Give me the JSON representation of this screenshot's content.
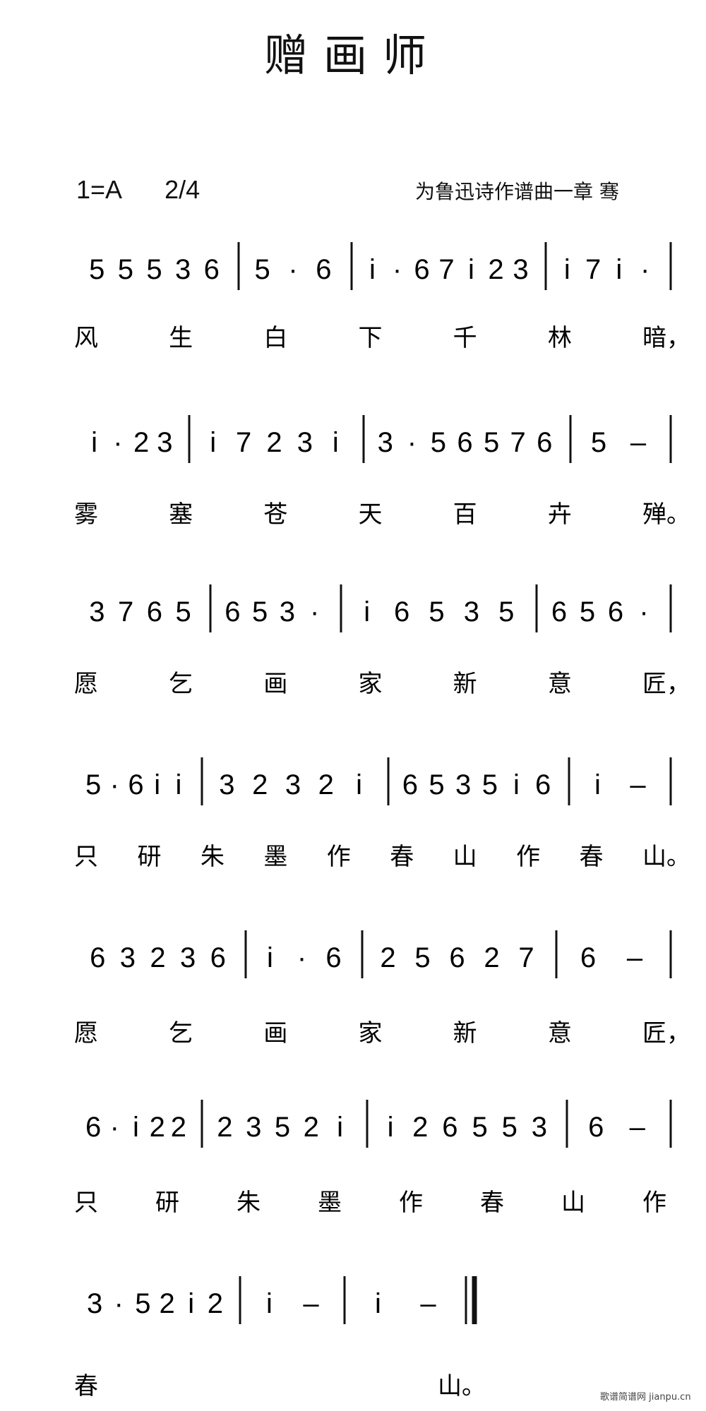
{
  "title": "赠画师",
  "header": {
    "key_signature": "1=A",
    "time_signature": "2/4",
    "credit": "为鲁迅诗作谱曲一章 骞"
  },
  "watermark": "歌谱简谱网 jianpu.cn",
  "systems": [
    {
      "measures": [
        [
          "5",
          "5",
          "5",
          "3",
          "6"
        ],
        [
          "5",
          "·",
          "6"
        ],
        [
          "i",
          "·",
          "6",
          "7",
          "i",
          "2",
          "3"
        ],
        [
          "i",
          "7",
          "i",
          "·"
        ]
      ],
      "lyrics": [
        "风",
        "生",
        "白",
        "下",
        "千",
        "林",
        "暗，"
      ]
    },
    {
      "measures": [
        [
          "i",
          "·",
          "2",
          "3"
        ],
        [
          "i",
          "7",
          "2",
          "3",
          "i"
        ],
        [
          "3",
          "·",
          "5",
          "6",
          "5",
          "7",
          "6"
        ],
        [
          "5",
          "–"
        ]
      ],
      "lyrics": [
        "雾",
        "塞",
        "苍",
        "天",
        "百",
        "卉",
        "殚。"
      ]
    },
    {
      "measures": [
        [
          "3",
          "7",
          "6",
          "5"
        ],
        [
          "6",
          "5",
          "3",
          "·"
        ],
        [
          "i",
          "6",
          "5",
          "3",
          "5"
        ],
        [
          "6",
          "5",
          "6",
          "·"
        ]
      ],
      "lyrics": [
        "愿",
        "乞",
        "画",
        "家",
        "新",
        "意",
        "匠，"
      ]
    },
    {
      "measures": [
        [
          "5",
          "·",
          "6",
          "i",
          "i"
        ],
        [
          "3",
          "2",
          "3",
          "2",
          "i"
        ],
        [
          "6",
          "5",
          "3",
          "5",
          "i",
          "6"
        ],
        [
          "i",
          "–"
        ]
      ],
      "lyrics": [
        "只",
        "研",
        "朱",
        "墨",
        "作",
        "春",
        "山",
        "作",
        "春",
        "山。"
      ]
    },
    {
      "measures": [
        [
          "6",
          "3",
          "2",
          "3",
          "6"
        ],
        [
          "i",
          "·",
          "6"
        ],
        [
          "2",
          "5",
          "6",
          "2",
          "7"
        ],
        [
          "6",
          "–"
        ]
      ],
      "lyrics": [
        "愿",
        "乞",
        "画",
        "家",
        "新",
        "意",
        "匠，"
      ]
    },
    {
      "measures": [
        [
          "6",
          "·",
          "i",
          "2",
          "2"
        ],
        [
          "2",
          "3",
          "5",
          "2",
          "i"
        ],
        [
          "i",
          "2",
          "6",
          "5",
          "5",
          "3"
        ],
        [
          "6",
          "–"
        ]
      ],
      "lyrics": [
        "只",
        "研",
        "朱",
        "墨",
        "作",
        "春",
        "山",
        "作"
      ]
    },
    {
      "measures": [
        [
          "3",
          "·",
          "5",
          "2",
          "i",
          "2"
        ],
        [
          "i",
          "–"
        ],
        [
          "i",
          "–"
        ]
      ],
      "lyrics": [
        "春",
        "山。"
      ]
    }
  ]
}
